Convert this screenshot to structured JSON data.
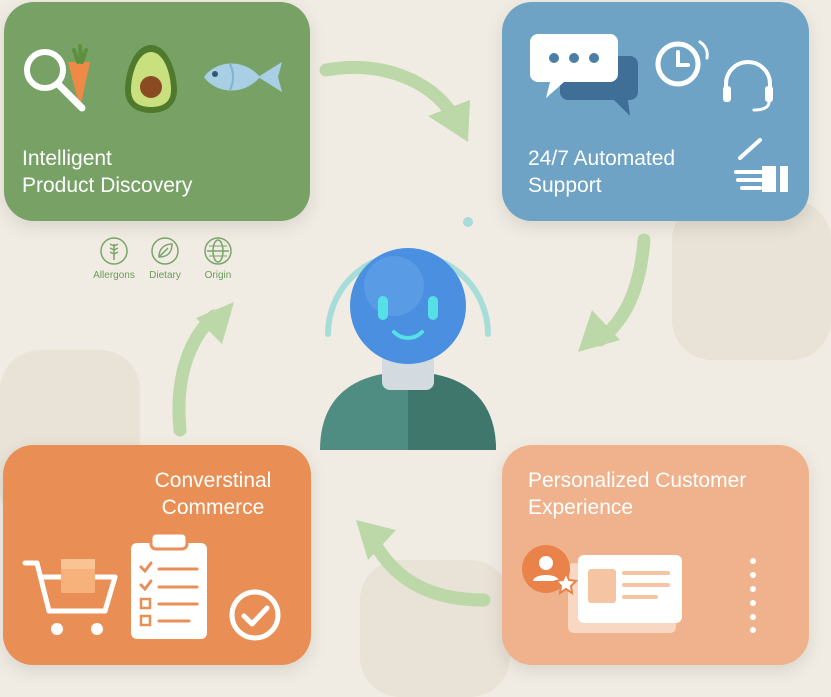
{
  "diagram": {
    "center_label": "",
    "cards": [
      {
        "id": "discovery",
        "title_lines": [
          "Intelligent",
          "Product Discovery"
        ],
        "color": "#78a265",
        "icons": [
          "search-icon",
          "carrot-icon",
          "avocado-icon",
          "fish-icon"
        ]
      },
      {
        "id": "support",
        "title_lines": [
          "24/7 Automated",
          "Support"
        ],
        "color": "#6ea3c6",
        "icons": [
          "chat-bubbles-icon",
          "clock-icon",
          "headset-icon",
          "hand-icon"
        ]
      },
      {
        "id": "commerce",
        "title_lines": [
          "Converstinal",
          "Commerce"
        ],
        "color": "#e98f55",
        "icons": [
          "shopping-cart-icon",
          "checklist-icon",
          "checkmark-circle-icon"
        ]
      },
      {
        "id": "personal",
        "title_lines": [
          "Personalized Customer",
          "Experience"
        ],
        "color": "#efb28c",
        "icons": [
          "user-star-icon",
          "profile-card-icon",
          "dots-icon"
        ]
      }
    ],
    "tags": [
      {
        "label": "Allergons",
        "icon": "wheat-icon"
      },
      {
        "label": "Dietary",
        "icon": "leaf-icon"
      },
      {
        "label": "Origin",
        "icon": "globe-icon"
      }
    ],
    "arrow_color": "#b9d5a4",
    "robot_color": "#4a8fe0"
  }
}
